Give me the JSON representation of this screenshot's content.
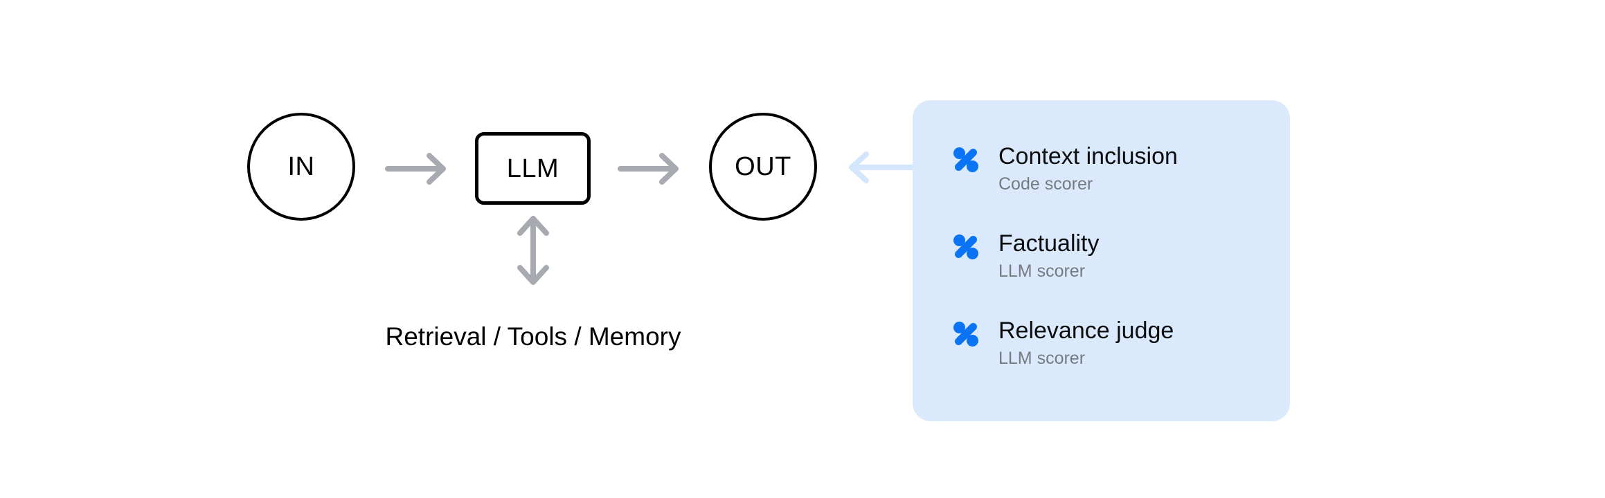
{
  "diagram": {
    "nodes": [
      {
        "id": "in",
        "label": "IN",
        "shape": "circle"
      },
      {
        "id": "llm",
        "label": "LLM",
        "shape": "rounded-rect"
      },
      {
        "id": "out",
        "label": "OUT",
        "shape": "circle"
      }
    ],
    "caption": "Retrieval / Tools / Memory",
    "arrows": [
      {
        "id": "in-llm",
        "direction": "right",
        "color": "#a7abb1"
      },
      {
        "id": "llm-out",
        "direction": "right",
        "color": "#a7abb1"
      },
      {
        "id": "llm-tools",
        "direction": "up-down",
        "color": "#a7abb1"
      },
      {
        "id": "panel-out",
        "direction": "left",
        "color": "#d4e6fb"
      }
    ]
  },
  "scorer_panel": {
    "background": "#daeafc",
    "icon_color": "#0b74f5",
    "items": [
      {
        "icon": "percent-icon",
        "title": "Context inclusion",
        "subtitle": "Code scorer"
      },
      {
        "icon": "percent-icon",
        "title": "Factuality",
        "subtitle": "LLM scorer"
      },
      {
        "icon": "percent-icon",
        "title": "Relevance judge",
        "subtitle": "LLM scorer"
      }
    ]
  }
}
